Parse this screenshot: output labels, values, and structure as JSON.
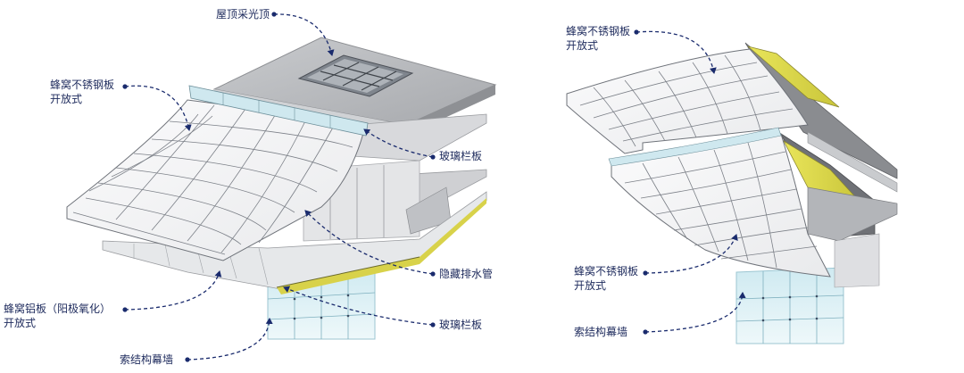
{
  "colors": {
    "label_text": "#1d2a5c",
    "leader": "#1a2b6d",
    "panel_face": "#f4f5f7",
    "panel_grid": "#7c8088",
    "roof_top": "#b9bbbf",
    "glass": "#bfe3ec",
    "yellow_structure": "#ddd84a"
  },
  "left_view": {
    "labels": {
      "skylight": "屋顶采光顶",
      "honeycomb_ss_line1": "蜂窝不锈钢板",
      "honeycomb_ss_line2": "开放式",
      "glass_rail_upper": "玻璃栏板",
      "hidden_drain": "隐藏排水管",
      "honeycomb_al_line1": "蜂窝铝板（阳极氧化）",
      "honeycomb_al_line2": "开放式",
      "glass_rail_lower": "玻璃栏板",
      "cable_wall": "索结构幕墙"
    }
  },
  "right_view": {
    "labels": {
      "honeycomb_ss_top_line1": "蜂窝不锈钢板",
      "honeycomb_ss_top_line2": "开放式",
      "honeycomb_ss_bottom_line1": "蜂窝不锈钢板",
      "honeycomb_ss_bottom_line2": "开放式",
      "cable_wall": "索结构幕墙"
    }
  }
}
